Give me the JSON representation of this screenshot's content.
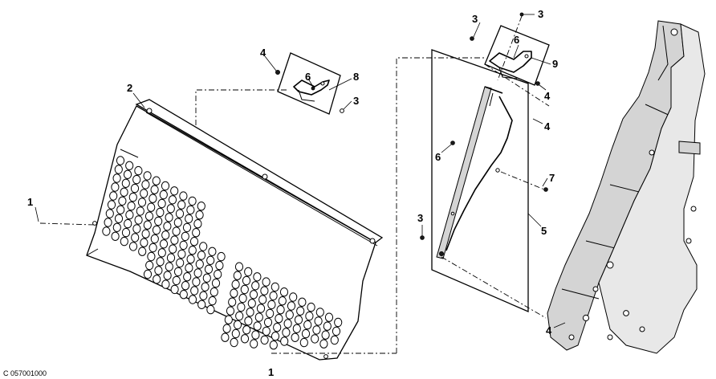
{
  "callouts": {
    "p1_left": "1",
    "p1_bottom": "1",
    "p2": "2",
    "p3_left_bracket": "3",
    "p3_right_top_a": "3",
    "p3_right_top_b": "3",
    "p3_right_lower": "3",
    "p4_left_bracket": "4",
    "p4_right_a": "4",
    "p4_right_b": "4",
    "p4_right_bottom": "4",
    "p5": "5",
    "p6_left_bracket": "6",
    "p6_right_bracket": "6",
    "p6_mid": "6",
    "p7": "7",
    "p8": "8",
    "p9": "9"
  },
  "caption": "C 057001000"
}
